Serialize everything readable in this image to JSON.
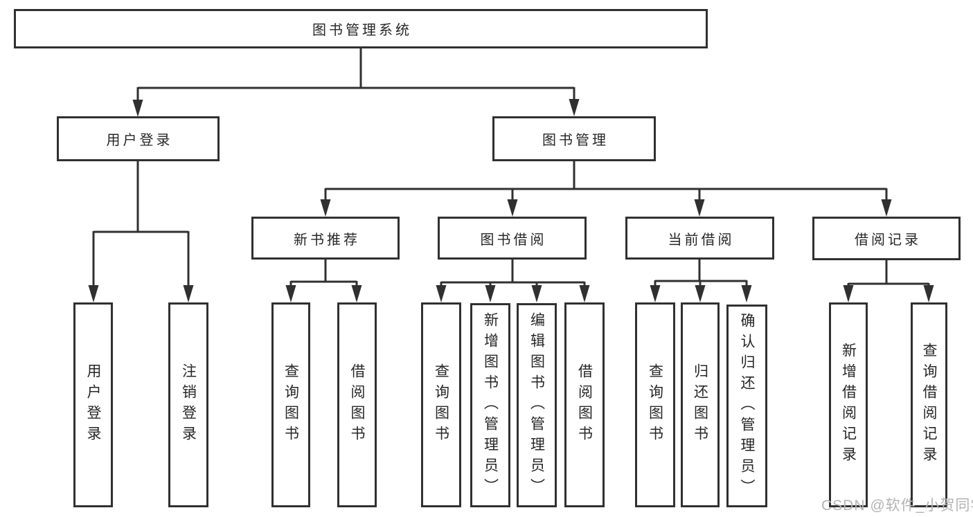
{
  "diagram": {
    "title": "图书管理系统",
    "branches": [
      {
        "label": "用户登录",
        "children": [
          {
            "label": "用户登录"
          },
          {
            "label": "注销登录"
          }
        ]
      },
      {
        "label": "图书管理",
        "children": [
          {
            "label": "新书推荐",
            "children": [
              {
                "label": "查询图书"
              },
              {
                "label": "借阅图书"
              }
            ]
          },
          {
            "label": "图书借阅",
            "children": [
              {
                "label": "查询图书"
              },
              {
                "label": "新增图书（管理员）"
              },
              {
                "label": "编辑图书（管理员）"
              },
              {
                "label": "借阅图书"
              }
            ]
          },
          {
            "label": "当前借阅",
            "children": [
              {
                "label": "查询图书"
              },
              {
                "label": "归还图书"
              },
              {
                "label": "确认归还（管理员）"
              }
            ]
          },
          {
            "label": "借阅记录",
            "children": [
              {
                "label": "新增借阅记录"
              },
              {
                "label": "查询借阅记录"
              }
            ]
          }
        ]
      }
    ]
  },
  "watermark": {
    "text": "CSDN @软件_小贺同学"
  },
  "colors": {
    "line": "#303030",
    "text": "#262626",
    "watermark": "#b3b3b3",
    "background": "#ffffff"
  }
}
